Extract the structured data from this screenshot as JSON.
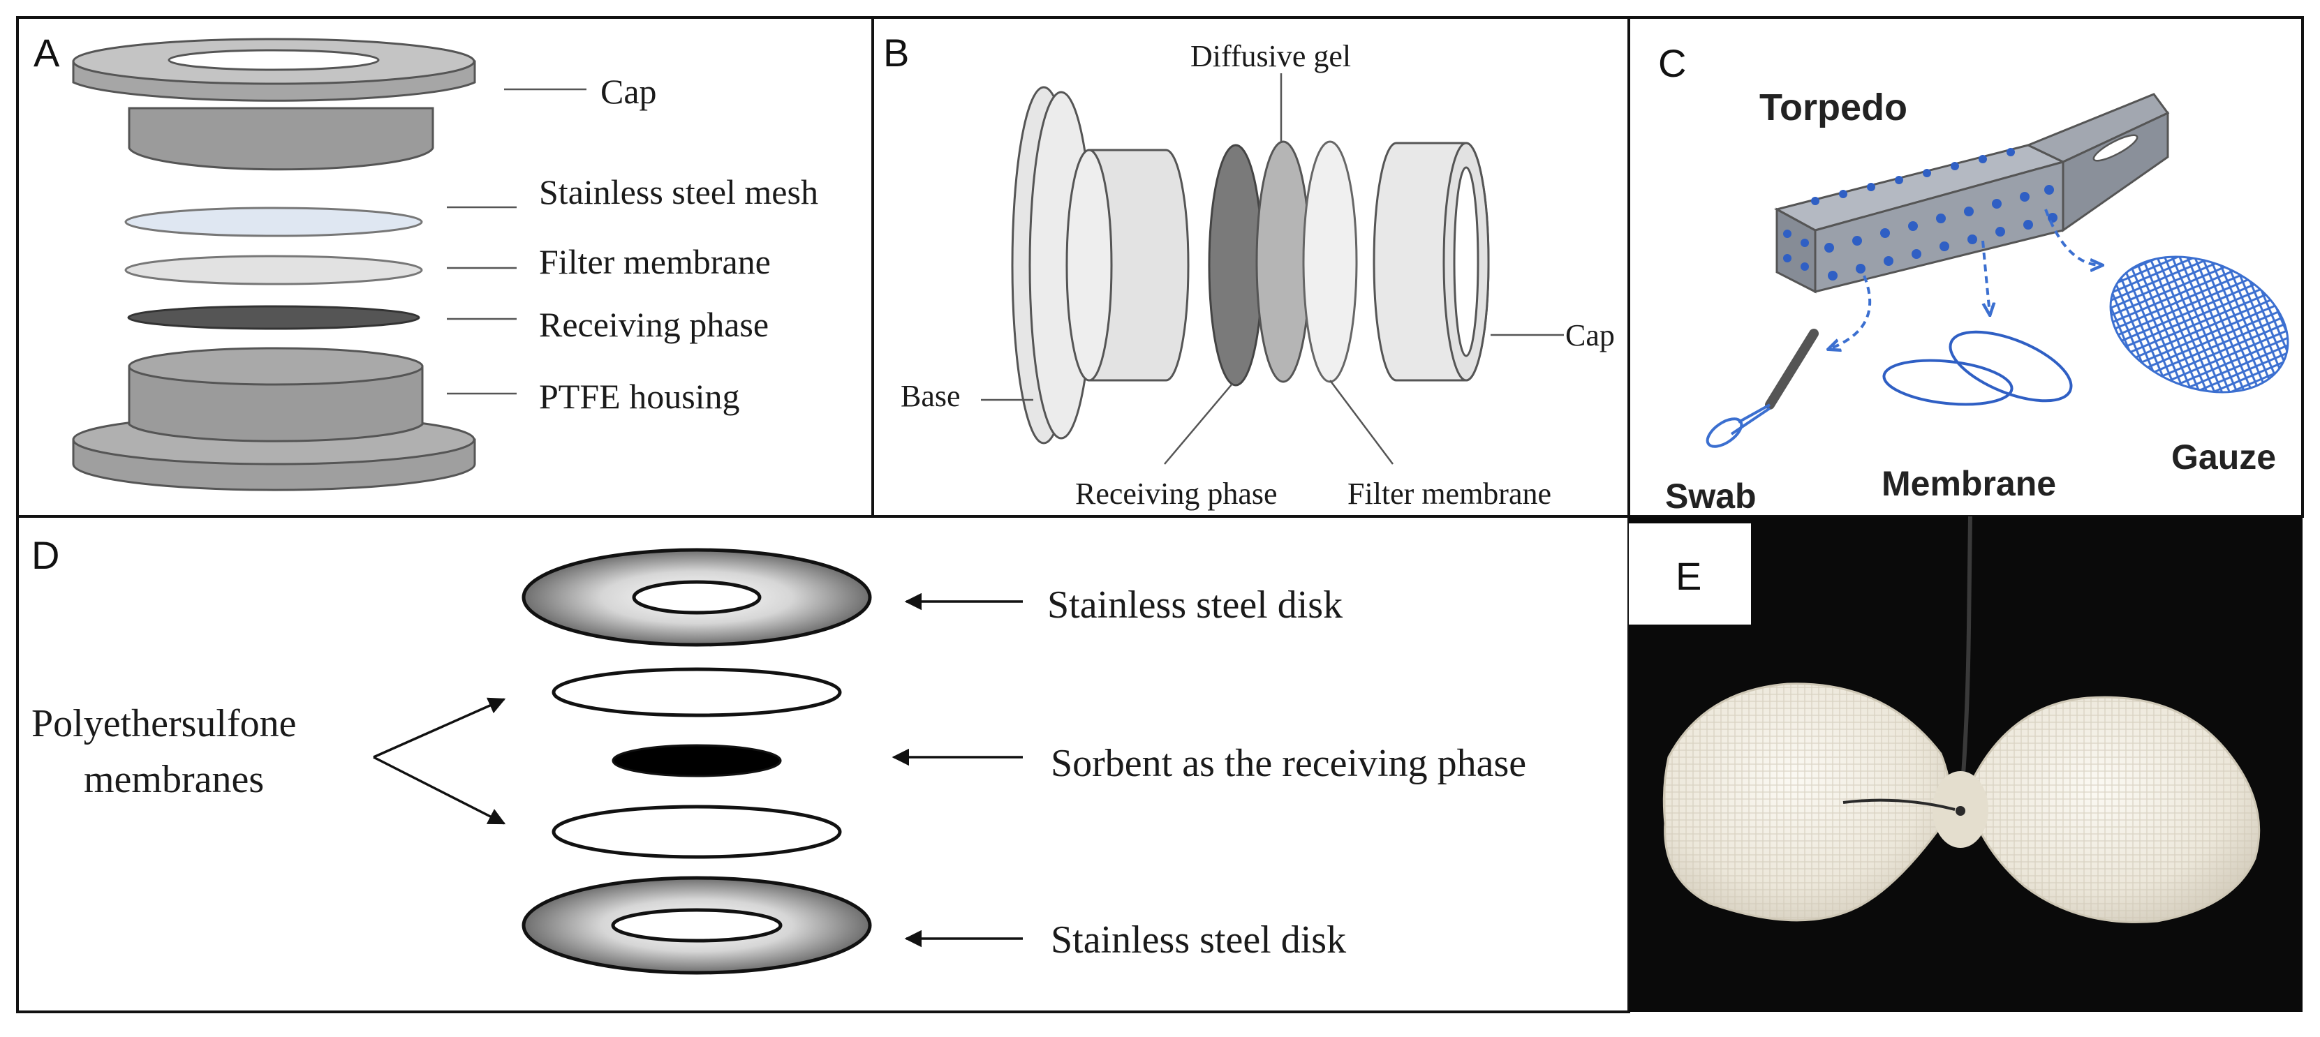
{
  "panels": {
    "a": {
      "letter": "A",
      "labels": {
        "cap": "Cap",
        "mesh": "Stainless steel mesh",
        "filter": "Filter membrane",
        "receiving": "Receiving phase",
        "housing": "PTFE housing"
      }
    },
    "b": {
      "letter": "B",
      "labels": {
        "diffusive_gel": "Diffusive gel",
        "base": "Base",
        "cap": "Cap",
        "receiving": "Receiving phase",
        "filter": "Filter membrane"
      }
    },
    "c": {
      "letter": "C",
      "labels": {
        "torpedo": "Torpedo",
        "swab": "Swab",
        "membrane": "Membrane",
        "gauze": "Gauze"
      }
    },
    "d": {
      "letter": "D",
      "labels": {
        "disk_top": "Stainless steel disk",
        "sorbent": "Sorbent as the receiving phase",
        "disk_bottom": "Stainless steel disk",
        "pes_line1": "Polyethersulfone",
        "pes_line2": "membranes"
      }
    },
    "e": {
      "letter": "E"
    }
  },
  "colors": {
    "housing_gray": "#a8a8a8",
    "mesh_blue": "#dfe7f2",
    "receiving_dark": "#555555",
    "sampler_blue": "#3b6fd0",
    "photo_background": "#0a0a0a",
    "gauze_white": "#f3f0e6"
  }
}
